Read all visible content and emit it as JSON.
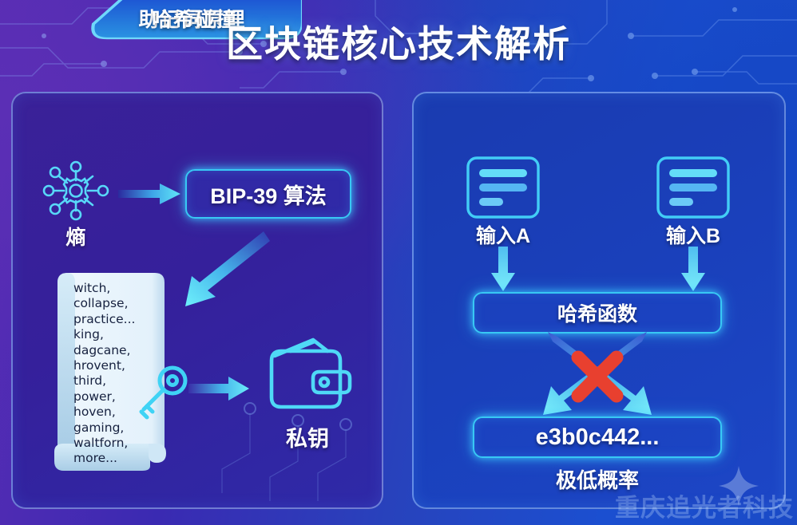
{
  "header": {
    "title": "区块链核心技术解析"
  },
  "left_panel": {
    "tab_title": "助记词原理",
    "entropy_label": "熵",
    "entropy_icon": "gear-network-icon",
    "algorithm_box": "BIP-39 算法",
    "scroll_icon": "scroll-paper-icon",
    "mnemonic_words": [
      "witch,",
      "collapse,",
      "practice...",
      "king,",
      "dagcane,",
      "hrovent,",
      "third,",
      "power,",
      "hoven,",
      "gaming,",
      "waltforn,",
      "more..."
    ],
    "key_icon": "key-icon",
    "wallet_icon": "wallet-icon",
    "wallet_label": "私钥",
    "arrow_entropy_to_algo": "arrow-right-icon",
    "arrow_algo_to_scroll": "arrow-diagonal-down-left-icon",
    "arrow_key_to_wallet": "arrow-right-icon"
  },
  "right_panel": {
    "tab_title": "哈希碰撞",
    "input_a": {
      "label": "输入A",
      "icon": "document-lines-icon"
    },
    "input_b": {
      "label": "输入B",
      "icon": "document-lines-icon"
    },
    "arrow_a_down": "arrow-down-icon",
    "arrow_b_down": "arrow-down-icon",
    "hash_function_box": "哈希函数",
    "collision_marker": "red-cross-icon",
    "hash_output_box": "e3b0c442...",
    "probability_label": "极低概率"
  },
  "watermark": {
    "text": "重庆追光者科技"
  },
  "colors": {
    "neon_cyan": "#38c8f4",
    "arrow_cyan": "#5fe0f5",
    "cross_red": "#e8402f",
    "panel_left_bg": "#35209b",
    "panel_right_bg": "#1a40bb",
    "title_text": "#ffffff",
    "paper": "#dff0fb"
  }
}
